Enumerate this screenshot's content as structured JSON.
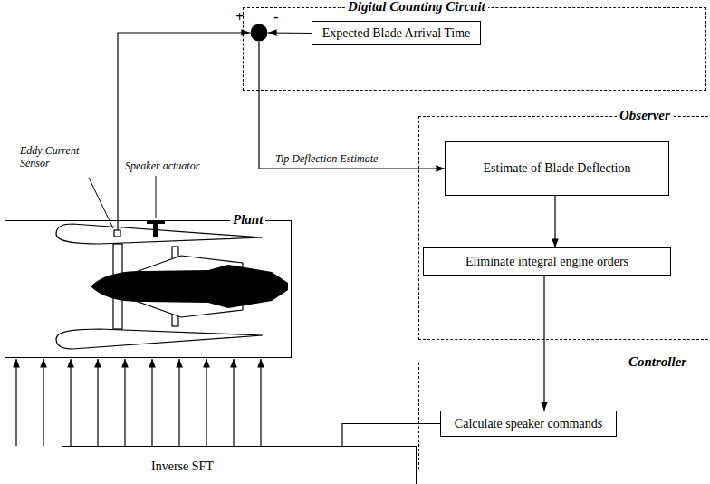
{
  "diagram": {
    "nodes": [
      {
        "text": [
          "Digital Counting Circuit"
        ]
      },
      {
        "text": [
          "+",
          "-"
        ],
        "in": 0
      },
      {
        "text": [
          "Expected Blade Arrival Time"
        ],
        "in": 0
      },
      {
        "text": [
          "Plant"
        ]
      },
      {
        "text": [
          "Observer"
        ]
      },
      {
        "text": [
          "Estimate of Blade Deflection"
        ],
        "in": 4
      },
      {
        "text": [
          "Eliminate integral engine orders"
        ],
        "in": 4
      },
      {
        "text": [
          "Controller"
        ]
      },
      {
        "text": [
          "Calculate speaker commands"
        ],
        "in": 7
      },
      {
        "text": [
          "Inverse SFT"
        ]
      }
    ],
    "edges": [
      {
        "from": 2,
        "to": 1,
        "arrow": "to"
      },
      {
        "from": 3,
        "to": 1,
        "arrow": "to"
      },
      {
        "from": 1,
        "to": 5,
        "arrow": "to",
        "label": "Tip Deflection Estimate"
      },
      {
        "from": 5,
        "to": 6,
        "arrow": "to"
      },
      {
        "from": 6,
        "to": 8,
        "arrow": "to"
      },
      {
        "from": 8,
        "to": 9,
        "arrow": "to"
      },
      {
        "from": 9,
        "to": 3,
        "arrow": "to"
      }
    ],
    "labels": [
      "Eddy Current Sensor",
      "Speaker actuator"
    ]
  }
}
